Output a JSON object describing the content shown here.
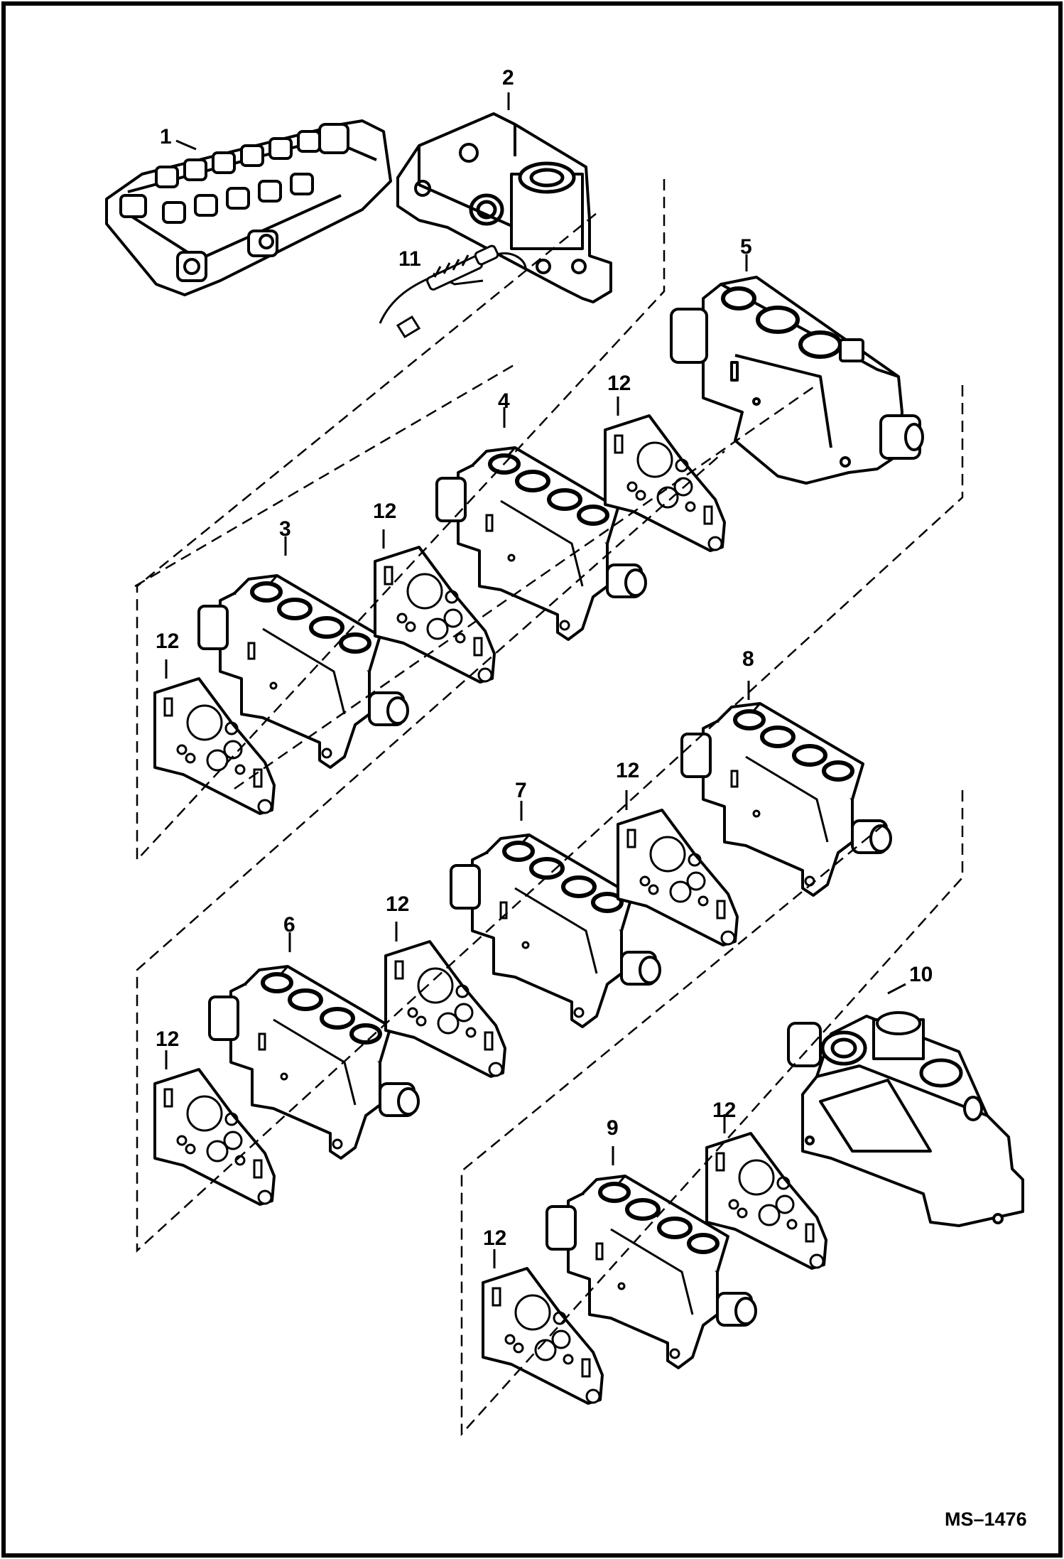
{
  "callouts": {
    "c1": "1",
    "c2": "2",
    "c3": "3",
    "c4": "4",
    "c5": "5",
    "c6": "6",
    "c7": "7",
    "c8": "8",
    "c9": "9",
    "c10": "10",
    "c11": "11",
    "c12": "12"
  },
  "drawing_code": "MS–1476"
}
